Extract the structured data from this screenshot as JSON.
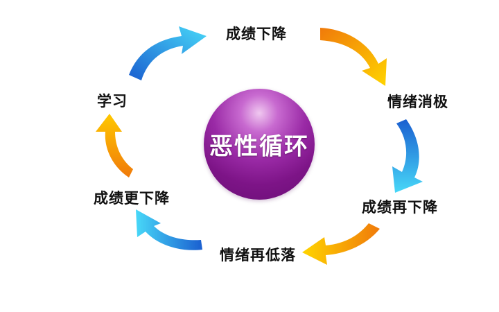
{
  "center": {
    "label": "恶性循环"
  },
  "nodes": {
    "top": "成绩下降",
    "right_upper": "情绪消极",
    "right_lower": "成绩再下降",
    "bottom": "情绪再低落",
    "left_lower": "成绩更下降",
    "left_upper": "学习"
  },
  "colors": {
    "center_fill": "#8a1a94",
    "arrow_orange": "#f59a0c",
    "arrow_yellow": "#ffd000",
    "arrow_blue": "#1a6fd8",
    "arrow_cyan": "#3fd0f5",
    "text": "#111111",
    "center_text": "#ffffff"
  }
}
